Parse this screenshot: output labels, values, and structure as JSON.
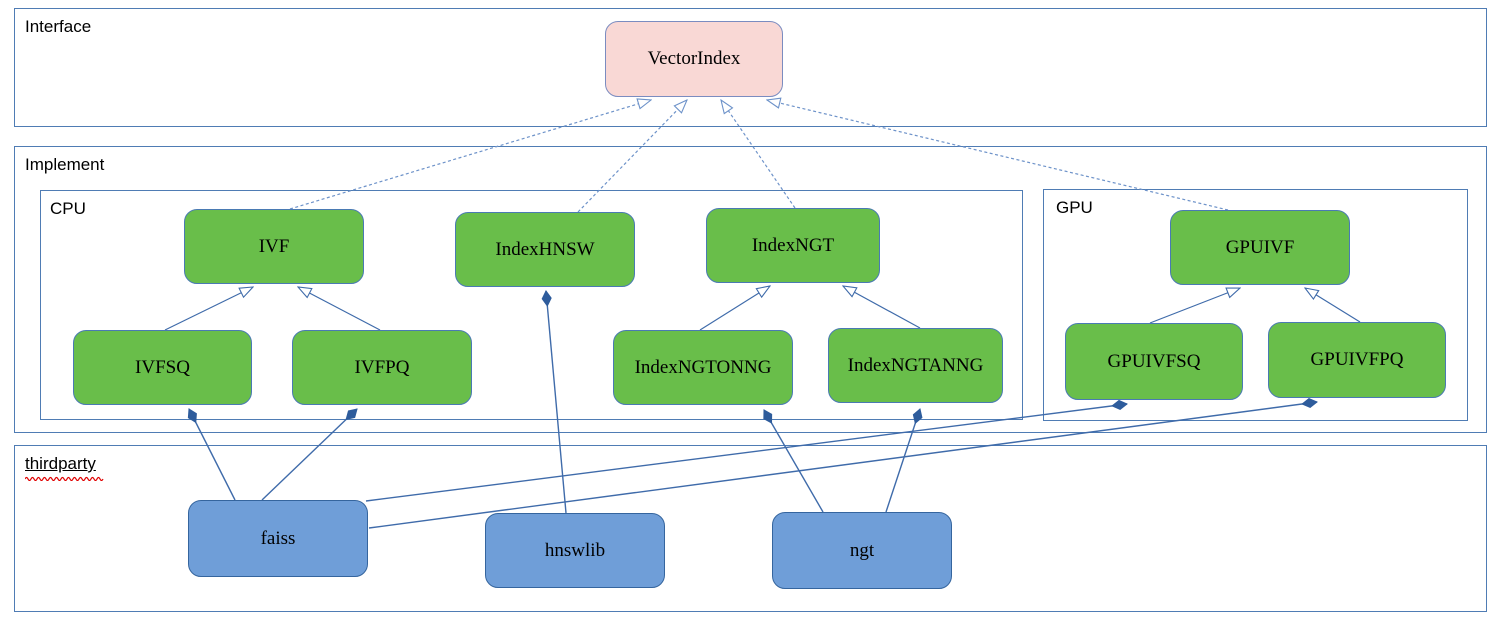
{
  "containers": {
    "interface": "Interface",
    "implement": "Implement",
    "cpu": "CPU",
    "gpu": "GPU",
    "thirdparty": "thirdparty"
  },
  "nodes": {
    "vectorindex": "VectorIndex",
    "ivf": "IVF",
    "indexhnsw": "IndexHNSW",
    "indexngt": "IndexNGT",
    "gpuivf": "GPUIVF",
    "ivfsq": "IVFSQ",
    "ivfpq": "IVFPQ",
    "indexngtonng": "IndexNGTONNG",
    "indexngtanng": "IndexNGTANNG",
    "gpuivfsq": "GPUIVFSQ",
    "gpuivfpq": "GPUIVFPQ",
    "faiss": "faiss",
    "hnswlib": "hnswlib",
    "ngt": "ngt"
  },
  "relationships": [
    {
      "from": "IVF",
      "to": "VectorIndex",
      "type": "realization"
    },
    {
      "from": "IndexHNSW",
      "to": "VectorIndex",
      "type": "realization"
    },
    {
      "from": "IndexNGT",
      "to": "VectorIndex",
      "type": "realization"
    },
    {
      "from": "GPUIVF",
      "to": "VectorIndex",
      "type": "realization"
    },
    {
      "from": "IVFSQ",
      "to": "IVF",
      "type": "generalization"
    },
    {
      "from": "IVFPQ",
      "to": "IVF",
      "type": "generalization"
    },
    {
      "from": "IndexNGTONNG",
      "to": "IndexNGT",
      "type": "generalization"
    },
    {
      "from": "IndexNGTANNG",
      "to": "IndexNGT",
      "type": "generalization"
    },
    {
      "from": "GPUIVFSQ",
      "to": "GPUIVF",
      "type": "generalization"
    },
    {
      "from": "GPUIVFPQ",
      "to": "GPUIVF",
      "type": "generalization"
    },
    {
      "from": "IVFSQ",
      "to": "faiss",
      "type": "composition"
    },
    {
      "from": "IVFPQ",
      "to": "faiss",
      "type": "composition"
    },
    {
      "from": "GPUIVFSQ",
      "to": "faiss",
      "type": "composition"
    },
    {
      "from": "GPUIVFPQ",
      "to": "faiss",
      "type": "composition"
    },
    {
      "from": "IndexHNSW",
      "to": "hnswlib",
      "type": "composition"
    },
    {
      "from": "IndexNGTONNG",
      "to": "ngt",
      "type": "composition"
    },
    {
      "from": "IndexNGTANNG",
      "to": "ngt",
      "type": "composition"
    }
  ],
  "colors": {
    "interface_fill": "#f9d8d5",
    "interface_stroke": "#7b8cc0",
    "class_fill": "#69be4a",
    "class_stroke": "#4a7ab3",
    "library_fill": "#6f9ed8",
    "library_stroke": "#35659e",
    "container_stroke": "#4f7cb4",
    "edge_solid": "#3f6baa",
    "edge_dashed": "#6d92c9",
    "composition_diamond": "#2e5c9c",
    "spellcheck_wavy": "#e00000"
  }
}
